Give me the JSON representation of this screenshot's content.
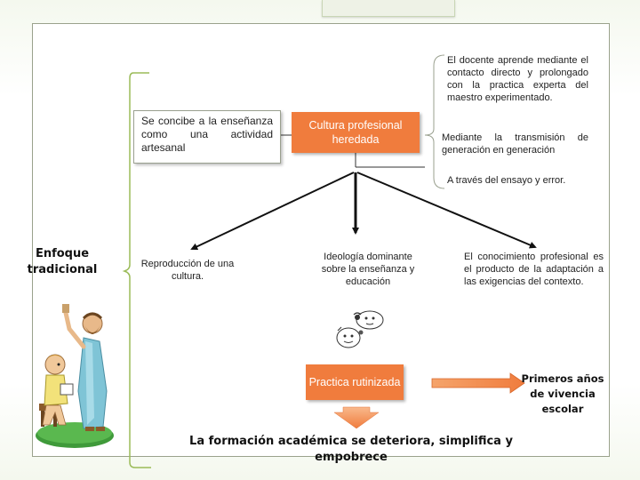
{
  "slide": {
    "left_label": "Enfoque tradicional",
    "box_concibe": "Se concibe a la enseñanza como una actividad artesanal",
    "box_cultura": "Cultura profesional heredada",
    "note_docente": "El docente aprende mediante el contacto directo y prolongado con la practica experta del maestro experimentado.",
    "note_transmision": "Mediante la transmisión de generación en generación",
    "note_ensayo": "A través del ensayo y error.",
    "node_reproduccion": "Reproducción de una cultura.",
    "node_ideologia": "Ideología dominante sobre la enseñanza y educación",
    "node_conocimiento": "El conocimiento profesional es el producto de la adaptación a las exigencias del contexto.",
    "box_practica": "Practica rutinizada",
    "primeros": "Primeros años de vivencia escolar",
    "conclusion": "La formación académica se deteriora, simplifica y empobrece"
  },
  "icons": {
    "teacher_illustration": "teacher-student-illustration",
    "thinking_faces": "thinking-faces-clipart"
  },
  "colors": {
    "orange": "#f07c3d",
    "green_bracket": "#9bbb59",
    "arrow_dark": "#111111"
  }
}
